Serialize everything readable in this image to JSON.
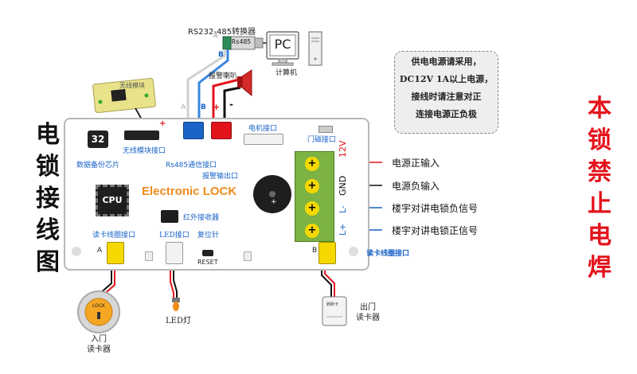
{
  "left_title": [
    "电",
    "锁",
    "接",
    "线",
    "图"
  ],
  "right_title": [
    "本",
    "锁",
    "禁",
    "止",
    "电",
    "焊"
  ],
  "board": {
    "brand": "Electronic LOCK",
    "chip_label": "32",
    "chip_caption": "数据备份芯片",
    "cpu_label": "CPU",
    "wireless_port": "无线模块接口",
    "rs485_port": "Rs485通信接口",
    "alarm_port": "报警输出口",
    "motor_port": "电机接口",
    "door_port": "门磁接口",
    "ir_receiver": "红外接收器",
    "reader_a_port": "读卡线圈接口",
    "led_port": "LED接口",
    "reset_label": "复位针",
    "reset_text": "RESET",
    "reader_b_port": "读卡线圈接口",
    "a_mark": "A",
    "b_mark": "B",
    "plus": "+",
    "minus": "-"
  },
  "top": {
    "converter_title": "RS232-485转换器",
    "converter_chip": "Rs485",
    "a_mark": "A",
    "b_mark": "B",
    "pc_label": "PC",
    "pc_caption": "计算机",
    "wireless_module": "无线模块",
    "alarm_caption": "报警喇叭",
    "alarm_plus": "+",
    "alarm_minus": "-",
    "wire_a": "A",
    "wire_b": "B"
  },
  "terminals": [
    {
      "label": "12V",
      "desc": "电源正输入",
      "color": "#e3131b"
    },
    {
      "label": "GND",
      "desc": "电源负输入",
      "color": "#111111"
    },
    {
      "label": "L-",
      "desc": "楼宇对讲电锁负信号",
      "color": "#1a64c8"
    },
    {
      "label": "L+",
      "desc": "楼宇对讲电锁正信号",
      "color": "#1a64c8"
    }
  ],
  "note_lines": [
    "供电电源请采用，",
    "DC12V 1A以上电源，",
    "接线时请注意对正",
    "连接电源正负极"
  ],
  "bottom": {
    "entry_lock_text": "LOCK",
    "entry_reader_caption1": "入门",
    "entry_reader_caption2": "读卡器",
    "led_caption": "LED灯",
    "exit_card_text": "刷刷卡",
    "exit_reader_caption1": "出门",
    "exit_reader_caption2": "读卡器"
  },
  "colors": {
    "red": "#e3131b",
    "blue": "#1a64c8",
    "green_terminal": "#7cb342",
    "yellow_connector": "#f5d800",
    "brand_orange": "#f08a1c"
  }
}
